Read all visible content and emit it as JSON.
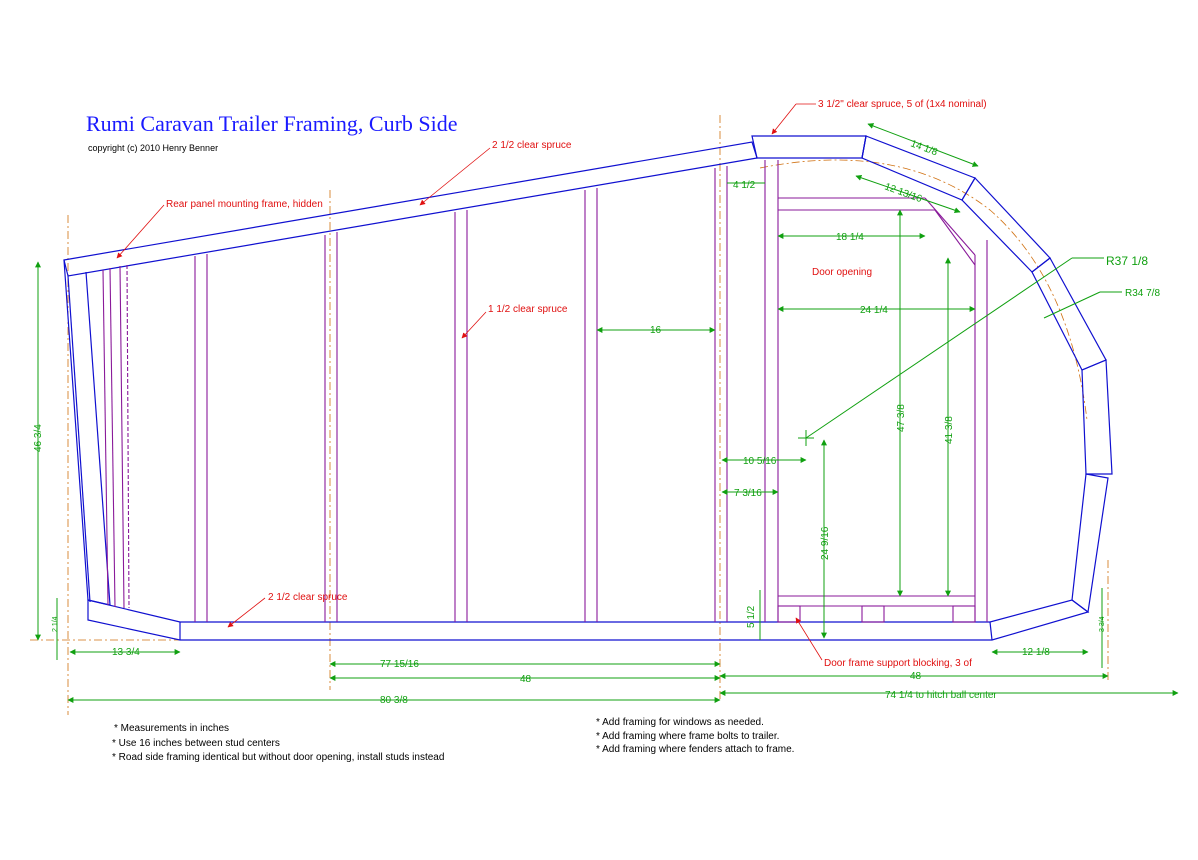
{
  "title": "Rumi Caravan Trailer Framing, Curb Side",
  "copyright": "copyright (c) 2010 Henry Benner",
  "callouts": {
    "top_spruce": "2 1/2 clear spruce",
    "rear_panel": "Rear panel mounting frame, hidden",
    "studs": "1 1/2 clear spruce",
    "bottom_spruce": "2 1/2 clear spruce",
    "arc_spruce": "3 1/2\" clear spruce, 5 of (1x4 nominal)",
    "door_opening": "Door opening",
    "blocking": "Door frame support blocking, 3 of"
  },
  "dimensions": {
    "d_16": "16",
    "d_14_1_8": "14 1/8",
    "d_12_13_16": "12 13/16",
    "d_4_1_2": "4 1/2",
    "d_18_1_4": "18 1/4",
    "d_24_1_4": "24 1/4",
    "d_47_3_8": "47 3/8",
    "d_41_3_8": "41 3/8",
    "d_10_5_16": "10 5/16",
    "d_7_3_16": "7 3/16",
    "d_24_9_16": "24 9/16",
    "d_5_1_2": "5 1/2",
    "d_46_3_4": "46 3/4",
    "d_2_1_4": "2 1/4",
    "d_3_3_4": "3 3/4",
    "d_13_3_4": "13 3/4",
    "d_77_15_16": "77 15/16",
    "d_48_left": "48",
    "d_80_3_8": "80 3/8",
    "d_48_right": "48",
    "d_12_1_8": "12 1/8",
    "d_74_1_4": "74 1/4 to hitch ball center",
    "r_37": "R37 1/8",
    "r_34": "R34 7/8"
  },
  "notes_left": [
    "* Measurements in inches",
    "* Use 16 inches between stud centers",
    "* Road side framing identical but without door opening, install studs instead"
  ],
  "notes_right": [
    "* Add framing for windows as needed.",
    "* Add framing where frame bolts to trailer.",
    "* Add framing where fenders attach to frame."
  ],
  "colors": {
    "frame": "#1010d0",
    "stud": "#8a1a9a",
    "dimension": "#10a010",
    "callout": "#e01010",
    "centerline": "#d07010"
  }
}
